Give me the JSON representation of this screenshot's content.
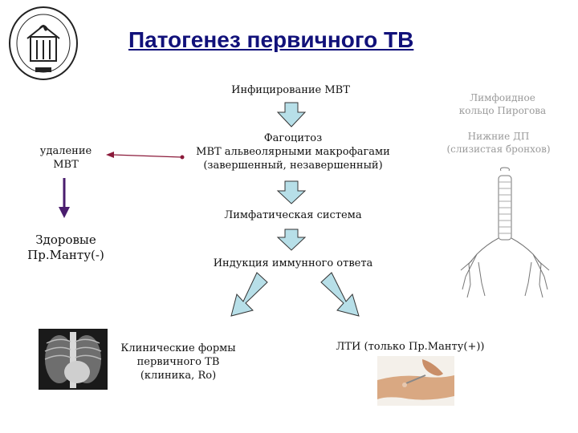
{
  "title": "Патогенез первичного ТВ",
  "steps": {
    "infection": "Инфицирование МВТ",
    "phago_1": "Фагоцитоз",
    "phago_2": "МВТ альвеолярными макрофагами",
    "phago_3": "(завершенный, незавершенный)",
    "lymph": "Лимфатическая система",
    "immune": "Индукция иммунного ответа"
  },
  "removal": {
    "line1": "удаление",
    "line2": "МВТ"
  },
  "healthy": {
    "line1": "Здоровые",
    "line2": "Пр.Манту(-)"
  },
  "clinical": {
    "line1": "Клинические формы",
    "line2": "первичного ТВ",
    "line3": "(клиника, Ro)"
  },
  "lti": "ЛТИ (только Пр.Манту(+))",
  "right_notes": {
    "ring_1": "Лимфоидное",
    "ring_2": "кольцо Пирогова",
    "lower_1": "Нижние ДП",
    "lower_2": "(слизистая бронхов)"
  },
  "colors": {
    "title": "#11117a",
    "arrow_fill": "#b7dfe8",
    "arrow_stroke": "#333333",
    "removal_arrow": "#8b1a3a",
    "down_arrow": "#4a1d6e"
  },
  "icons": [
    "institution-logo",
    "chest-xray",
    "mantoux-test-photo",
    "trachea-bronchi-drawing"
  ]
}
